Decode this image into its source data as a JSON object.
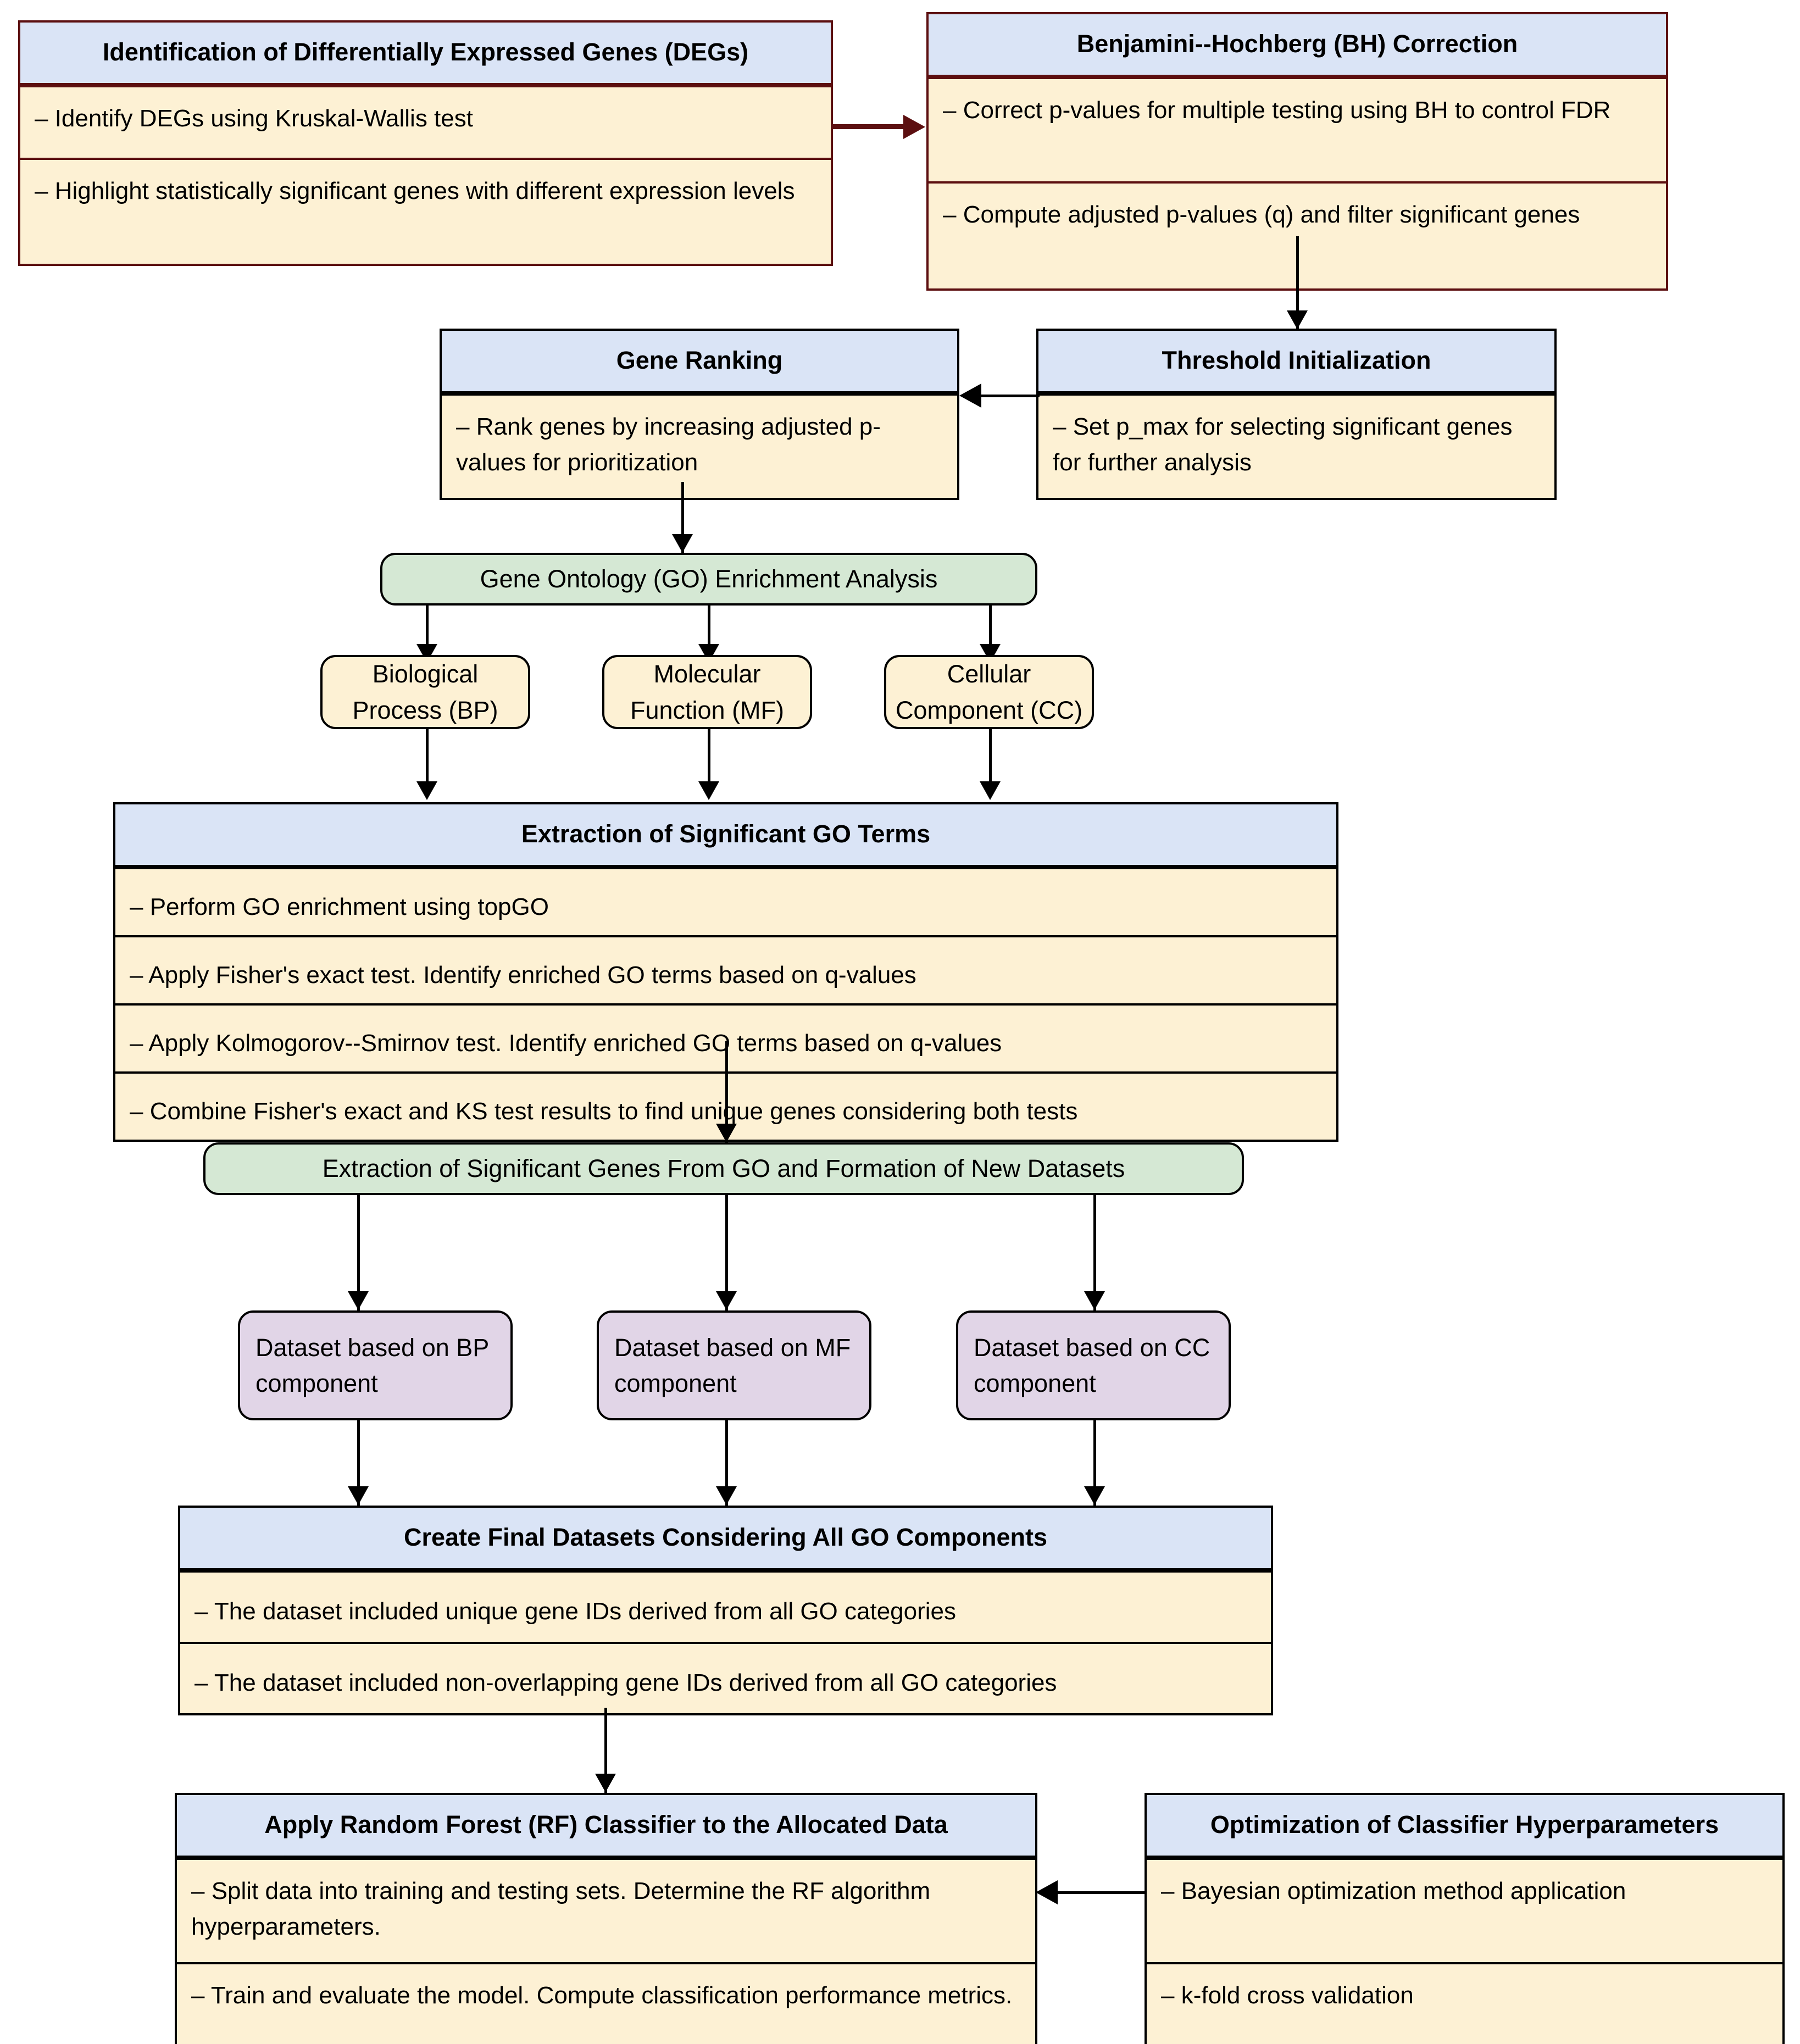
{
  "diagram": {
    "title": "Gene Expression Analysis and Classification Workflow",
    "colors": {
      "header_blue": "#dae4f6",
      "body_yellow": "#fdf1d4",
      "green": "#d5e8d4",
      "purple": "#e1d5e7",
      "border_black": "#000000",
      "border_dark_red": "#5c0f10"
    },
    "nodes": {
      "deg": {
        "title": "Identification of Differentially Expressed Genes (DEGs)",
        "rows": [
          "– Identify DEGs using Kruskal-Wallis test",
          "– Highlight statistically significant genes with different expression levels"
        ]
      },
      "bh": {
        "title": "Benjamini--Hochberg (BH) Correction",
        "rows": [
          "– Correct p-values for multiple testing using BH to control FDR",
          "– Compute adjusted p-values (q) and filter significant genes"
        ]
      },
      "gene_ranking": {
        "title": "Gene Ranking",
        "rows": [
          "– Rank genes by increasing adjusted p-values for prioritization"
        ]
      },
      "threshold": {
        "title": "Threshold Initialization",
        "rows": [
          "– Set p_max for selecting significant genes for further analysis"
        ]
      },
      "go_enrichment": {
        "title": "Gene Ontology (GO) Enrichment Analysis"
      },
      "bp": {
        "title": "Biological Process (BP)"
      },
      "mf": {
        "title": "Molecular Function (MF)"
      },
      "cc": {
        "title": "Cellular Component (CC)"
      },
      "go_terms": {
        "title": "Extraction of Significant GO Terms",
        "rows": [
          "– Perform GO enrichment using topGO",
          "– Apply Fisher's exact test. Identify enriched GO terms based on q-values",
          "– Apply Kolmogorov--Smirnov test. Identify enriched GO terms based on q-values",
          "– Combine Fisher's exact and KS test results to find unique genes considering both tests"
        ]
      },
      "extract_genes": {
        "title": "Extraction of Significant Genes From GO and Formation of New Datasets"
      },
      "ds_bp": {
        "title": "Dataset based on BP component"
      },
      "ds_mf": {
        "title": "Dataset based on MF component"
      },
      "ds_cc": {
        "title": "Dataset based on CC component"
      },
      "final_datasets": {
        "title": "Create Final Datasets Considering All GO Components",
        "rows": [
          "– The dataset included unique gene IDs derived from all GO categories",
          "– The dataset included non-overlapping gene IDs derived from all GO categories"
        ]
      },
      "rf": {
        "title": "Apply Random Forest (RF) Classifier to the Allocated Data",
        "rows": [
          "– Split data into training and testing sets. Determine the RF algorithm hyperparameters.",
          "– Train and evaluate the model. Compute classification performance metrics."
        ]
      },
      "optimization": {
        "title": "Optimization of Classifier Hyperparameters",
        "rows": [
          "– Bayesian optimization method application",
          "– k-fold cross validation"
        ]
      }
    }
  }
}
